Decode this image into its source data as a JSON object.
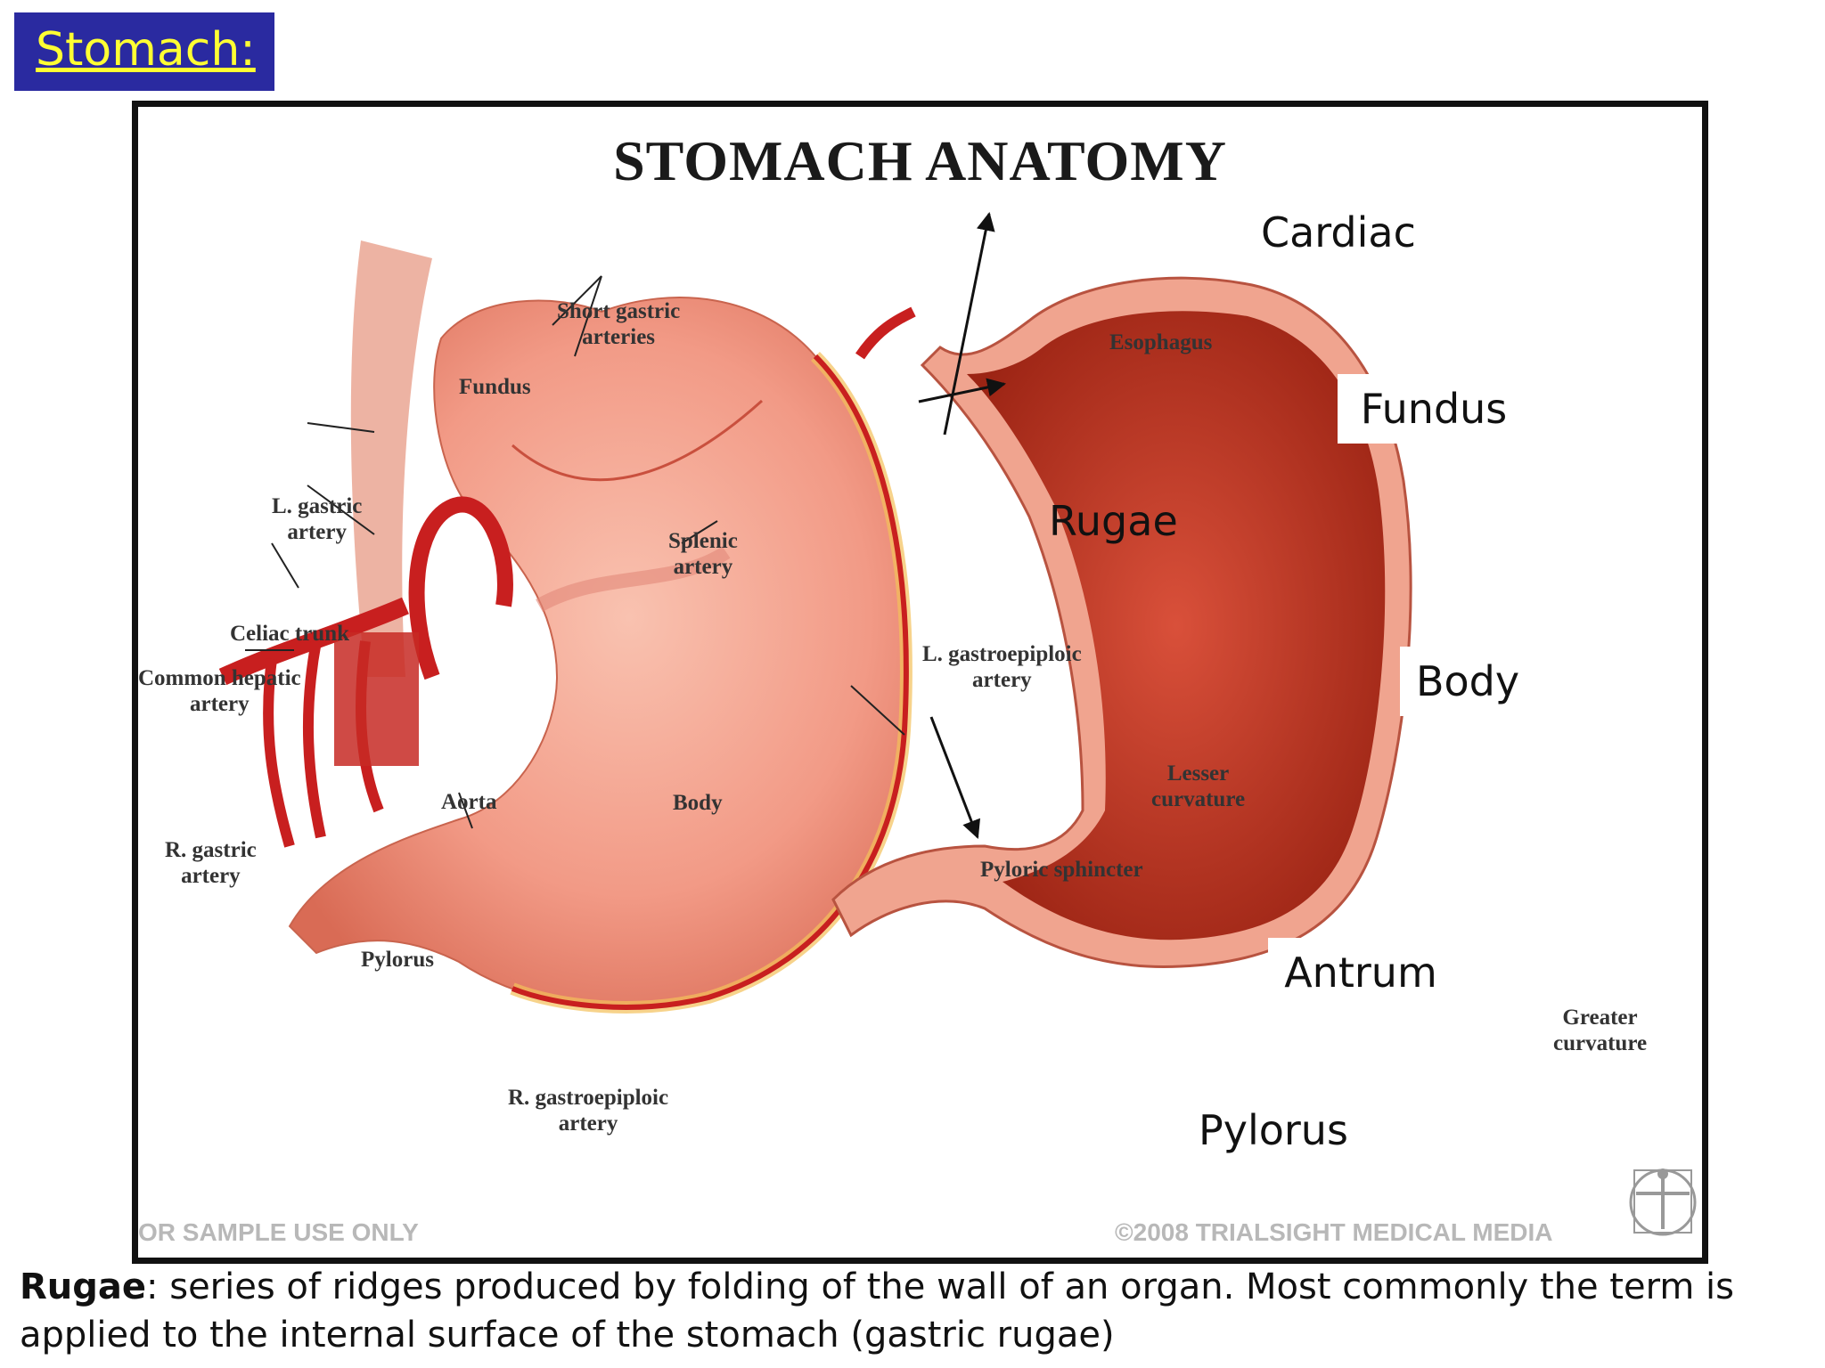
{
  "slide_title": "Stomach:",
  "figure": {
    "title": "STOMACH ANATOMY",
    "left_labels": {
      "short_gastric": "Short gastric\narteries",
      "fundus": "Fundus",
      "l_gastric": "L. gastric\nartery",
      "splenic": "Splenic\nartery",
      "celiac": "Celiac trunk",
      "common_hepatic": "Common hepatic\nartery",
      "l_gastroepiploic": "L. gastroepiploic\nartery",
      "aorta": "Aorta",
      "body": "Body",
      "r_gastric": "R. gastric\nartery",
      "pylorus": "Pylorus",
      "r_gastroepiploic": "R. gastroepiploic\nartery"
    },
    "right_labels": {
      "esophagus": "Esophagus",
      "lesser_curvature": "Lesser\ncurvature",
      "pyloric_sphincter": "Pyloric sphincter",
      "greater_curvature": "Greater\ncurvature"
    },
    "annotations": {
      "cardiac": "Cardiac",
      "fundus": "Fundus",
      "rugae": "Rugae",
      "body": "Body",
      "antrum": "Antrum",
      "pylorus": "Pylorus"
    },
    "watermark_left": "OR SAMPLE USE ONLY",
    "watermark_right": "©2008 TRIALSIGHT MEDICAL MEDIA"
  },
  "caption": {
    "term": "Rugae",
    "text": ": series of ridges produced by folding of the wall of an organ. Most commonly the term is applied to the internal surface of the stomach (gastric rugae)"
  },
  "colors": {
    "title_bg": "#2a2aa0",
    "title_text": "#ffff33",
    "stomach_outer": "#f29a86",
    "stomach_inner": "#b8321f",
    "artery": "#cc1f1f"
  }
}
